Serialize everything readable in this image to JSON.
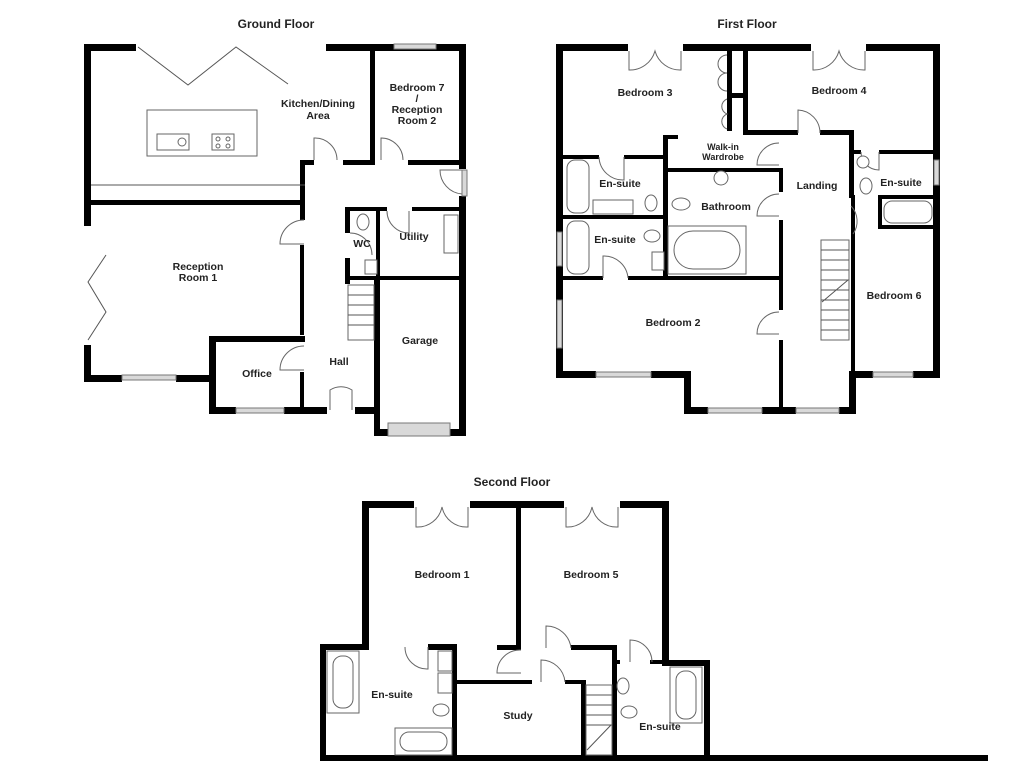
{
  "plan": {
    "floors": [
      {
        "title": "Ground Floor",
        "rooms": [
          {
            "label_lines": [
              "Kitchen/Dining",
              "Area"
            ]
          },
          {
            "label_lines": [
              "Bedroom 7",
              "/",
              "Reception",
              "Room 2"
            ]
          },
          {
            "label_lines": [
              "Reception",
              "Room 1"
            ]
          },
          {
            "label_lines": [
              "WC"
            ]
          },
          {
            "label_lines": [
              "Utility"
            ]
          },
          {
            "label_lines": [
              "Garage"
            ]
          },
          {
            "label_lines": [
              "Office"
            ]
          },
          {
            "label_lines": [
              "Hall"
            ]
          }
        ]
      },
      {
        "title": "First Floor",
        "rooms": [
          {
            "label_lines": [
              "Bedroom 3"
            ]
          },
          {
            "label_lines": [
              "Bedroom 4"
            ]
          },
          {
            "label_lines": [
              "Walk-in",
              "Wardrobe"
            ]
          },
          {
            "label_lines": [
              "En-suite"
            ]
          },
          {
            "label_lines": [
              "Bathroom"
            ]
          },
          {
            "label_lines": [
              "Landing"
            ]
          },
          {
            "label_lines": [
              "En-suite"
            ]
          },
          {
            "label_lines": [
              "En-suite"
            ]
          },
          {
            "label_lines": [
              "Bedroom 2"
            ]
          },
          {
            "label_lines": [
              "Bedroom 6"
            ]
          }
        ]
      },
      {
        "title": "Second Floor",
        "rooms": [
          {
            "label_lines": [
              "Bedroom 1"
            ]
          },
          {
            "label_lines": [
              "Bedroom 5"
            ]
          },
          {
            "label_lines": [
              "En-suite"
            ]
          },
          {
            "label_lines": [
              "Study"
            ]
          },
          {
            "label_lines": [
              "En-suite"
            ]
          }
        ]
      }
    ],
    "colors": {
      "wall": "#000000",
      "fixture_line": "#666666",
      "window_fill": "#d9d9d9",
      "background": "#ffffff"
    }
  }
}
